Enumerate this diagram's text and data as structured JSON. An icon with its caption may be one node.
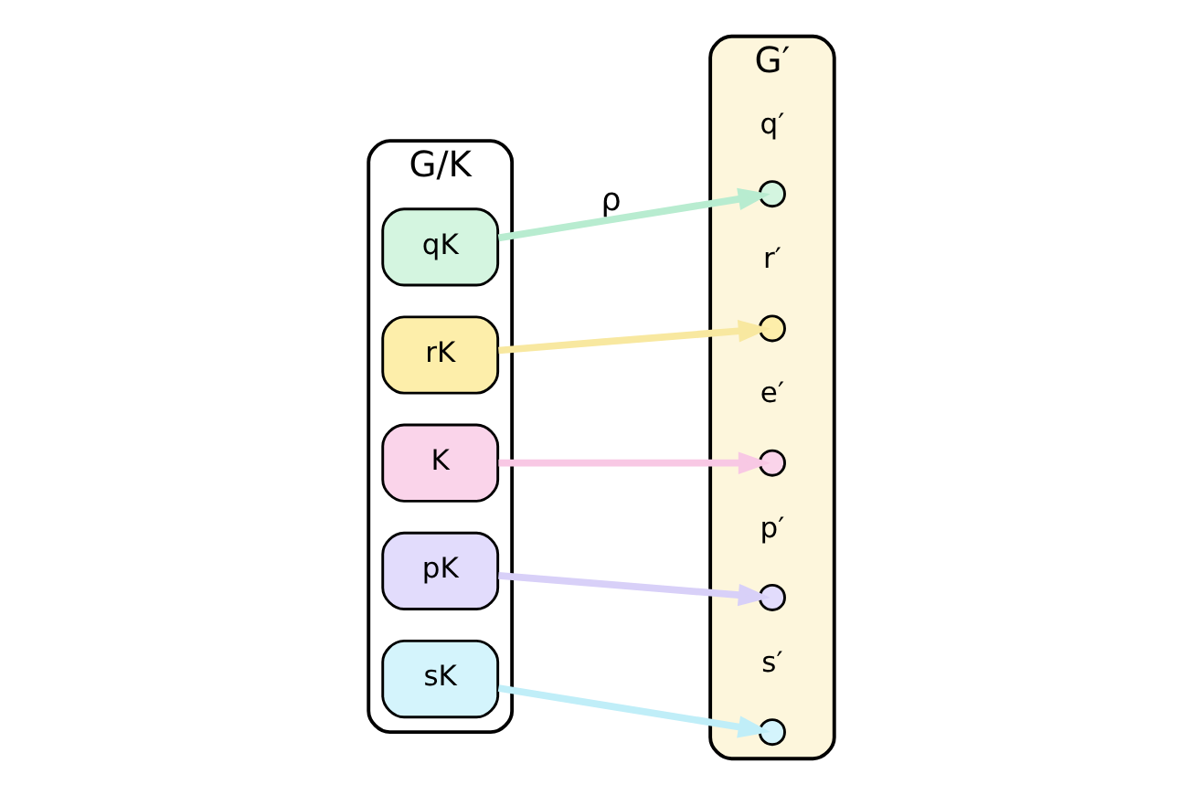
{
  "diagram": {
    "nodes": [
      {
        "text": [
          "G/K"
        ]
      },
      {
        "text": [
          "qK"
        ],
        "in": 0
      },
      {
        "text": [
          "rK"
        ],
        "in": 0
      },
      {
        "text": [
          "K"
        ],
        "in": 0
      },
      {
        "text": [
          "pK"
        ],
        "in": 0
      },
      {
        "text": [
          "sK"
        ],
        "in": 0
      },
      {
        "text": [
          "G′"
        ]
      },
      {
        "text": [],
        "shape": "circle",
        "in": 6,
        "beside": [
          "q′"
        ]
      },
      {
        "text": [],
        "shape": "circle",
        "in": 6,
        "beside": [
          "p′"
        ]
      },
      {
        "text": [],
        "shape": "circle",
        "in": 6,
        "beside": [
          "e′"
        ]
      },
      {
        "text": [],
        "shape": "circle",
        "in": 6,
        "beside": [
          "r′"
        ]
      },
      {
        "text": [],
        "shape": "circle",
        "in": 6,
        "beside": [
          "s′"
        ]
      }
    ],
    "edges": [
      {
        "from": 1,
        "to": 7,
        "arrow": "to",
        "label": "ρ",
        "color": "#b8ecd0"
      },
      {
        "from": 4,
        "to": 8,
        "arrow": "to",
        "color": "#d8d0f8"
      },
      {
        "from": 3,
        "to": 9,
        "arrow": "to",
        "color": "#f8c8e4"
      },
      {
        "from": 2,
        "to": 10,
        "arrow": "to",
        "color": "#f8e8a0"
      },
      {
        "from": 5,
        "to": 11,
        "arrow": "to",
        "color": "#c0eef8"
      }
    ]
  }
}
